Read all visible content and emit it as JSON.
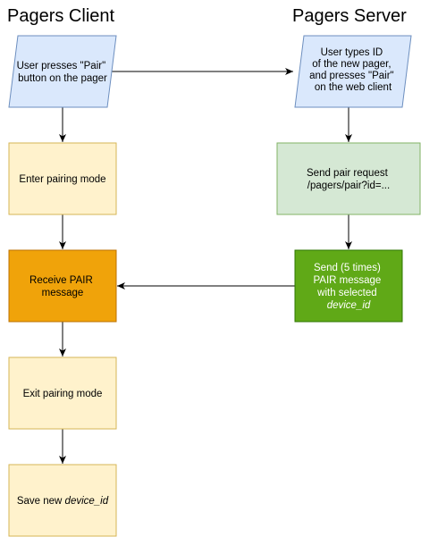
{
  "columns": {
    "client": "Pagers Client",
    "server": "Pagers Server"
  },
  "nodes": {
    "user_presses_pair": {
      "lines": [
        "User presses \"Pair\"",
        "button on the pager"
      ]
    },
    "enter_pairing": {
      "lines": [
        "Enter pairing mode"
      ]
    },
    "receive_pair": {
      "lines": [
        "Receive PAIR",
        "message"
      ]
    },
    "exit_pairing": {
      "lines": [
        "Exit pairing mode"
      ]
    },
    "save_device": {
      "prefix": "Save new ",
      "emphasis": "device_id"
    },
    "user_types_id": {
      "lines": [
        "User types ID",
        "of the new pager,",
        "and presses \"Pair\"",
        "on the web client"
      ]
    },
    "send_pair_request": {
      "lines": [
        "Send pair request",
        "/pagers/pair?id=..."
      ]
    },
    "send_pair_message": {
      "lines": [
        "Send (5 times)",
        "PAIR message",
        "with selected"
      ],
      "emphasis": "device_id"
    }
  },
  "colors": {
    "input_fill": "#dae8fc",
    "input_stroke": "#6c8ebf",
    "process_fill": "#fff2cc",
    "process_stroke": "#d6b656",
    "highlight_fill": "#f0a30a",
    "highlight_stroke": "#bd7000",
    "server_fill": "#d5e8d4",
    "server_stroke": "#82b366",
    "action_fill": "#60a917",
    "action_stroke": "#2d7600"
  }
}
